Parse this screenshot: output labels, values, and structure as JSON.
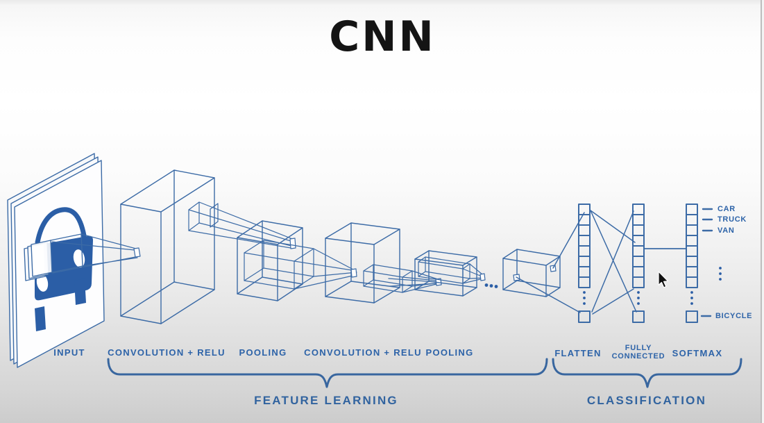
{
  "title": "CNN",
  "colors": {
    "wireframe_blue": "#3c6ba6",
    "solid_blue": "#2b5ea6",
    "label_blue": "#2d63a8",
    "title_black": "#141414"
  },
  "layers": [
    {
      "label": "INPUT"
    },
    {
      "label": "CONVOLUTION + RELU"
    },
    {
      "label": "POOLING"
    },
    {
      "label": "CONVOLUTION + RELU"
    },
    {
      "label": "POOLING"
    },
    {
      "label": "FLATTEN"
    },
    {
      "label": "FULLY CONNECTED",
      "line1": "FULLY",
      "line2": "CONNECTED"
    },
    {
      "label": "SOFTMAX"
    }
  ],
  "groups": {
    "feature_learning": "FEATURE LEARNING",
    "classification": "CLASSIFICATION"
  },
  "outputs": [
    "CAR",
    "TRUCK",
    "VAN",
    "BICYCLE"
  ],
  "icons": [
    "ellipsis-dots",
    "mouse-cursor"
  ]
}
